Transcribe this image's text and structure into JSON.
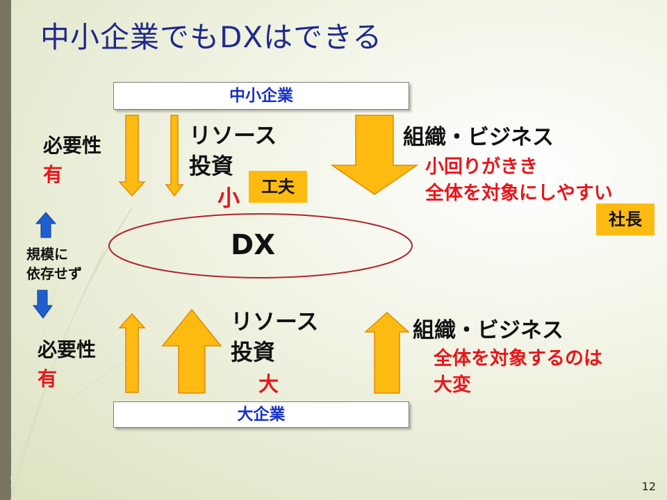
{
  "slide": {
    "title": "中小企業でもDXはできる",
    "page_number": "12"
  },
  "top": {
    "box_label": "中小企業",
    "need_label": "必要性",
    "need_value": "有",
    "resource_line1": "リソース",
    "resource_line2": "投資",
    "resource_value": "小",
    "kufu_tag": "工夫",
    "org_label": "組織・ビジネス",
    "org_line1": "小回りがきき",
    "org_line2": "全体を対象にしやすい",
    "president_tag": "社長"
  },
  "center": {
    "dx_label": "DX",
    "scale_line1": "規模に",
    "scale_line2": "依存せず"
  },
  "bottom": {
    "box_label": "大企業",
    "need_label": "必要性",
    "need_value": "有",
    "resource_line1": "リソース",
    "resource_line2": "投資",
    "resource_value": "大",
    "org_label": "組織・ビジネス",
    "org_line1": "全体を対象するのは",
    "org_line2": "大変"
  },
  "colors": {
    "title": "#1f2a8c",
    "box_text": "#1530c8",
    "accent_red": "#e8151a",
    "arrow_fill": "#fdbb12",
    "arrow_stroke": "#e08a00",
    "blue_arrow": "#1e5fd0"
  }
}
